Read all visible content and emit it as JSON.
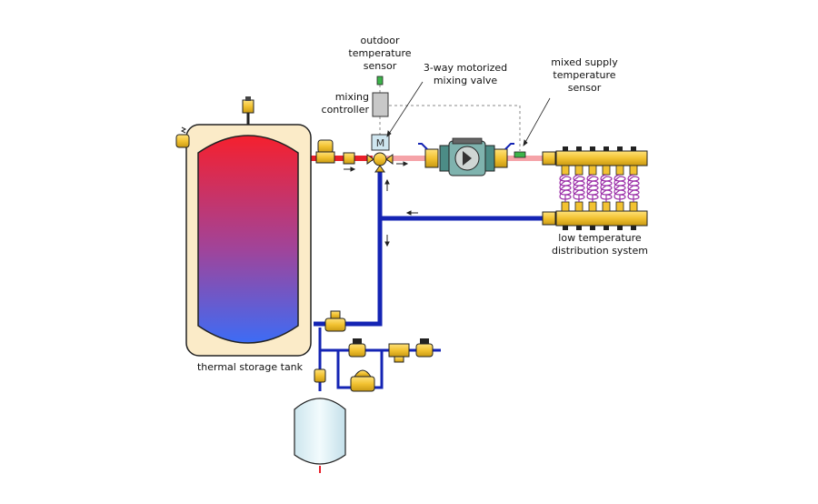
{
  "labels": {
    "outdoor_sensor": [
      "outdoor",
      "temperature",
      "sensor"
    ],
    "mixing_valve": [
      "3-way motorized",
      "mixing valve"
    ],
    "mixed_supply_sensor": [
      "mixed supply",
      "temperature",
      "sensor"
    ],
    "mixing_controller": [
      "mixing",
      "controller"
    ],
    "motor_letter": "M",
    "distribution": [
      "low temperature",
      "distribution system"
    ],
    "tank": "thermal storage tank"
  },
  "colors": {
    "hot_pipe": "#e8202a",
    "mixed_pipe": "#f5a3a8",
    "cold_pipe": "#1424b4",
    "brass": "#f2c231",
    "tank_jacket": "#fbebc8",
    "tank_top": "#f5202e",
    "tank_bottom": "#3d6cf5",
    "expansion_tank": "#dff0f5",
    "controller": "#c8c8c8",
    "sensor": "#3cb44a",
    "panel_loop": "#9b2fa8"
  },
  "icons": [
    "air-vent-icon",
    "relief-valve-icon",
    "pump-icon",
    "sensor-icon",
    "expansion-tank-icon",
    "manifold-icon"
  ]
}
